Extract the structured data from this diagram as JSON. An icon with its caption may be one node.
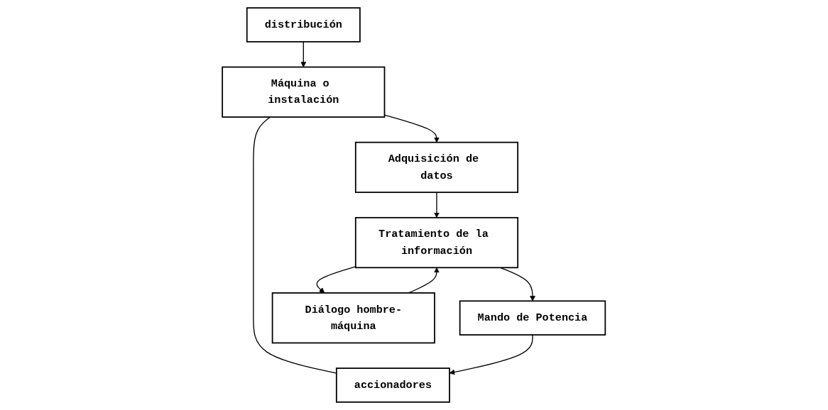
{
  "diagram": {
    "nodes": [
      {
        "text": [
          "distribución"
        ]
      },
      {
        "text": [
          "Máquina o instalación"
        ]
      },
      {
        "text": [
          "accionadores"
        ]
      },
      {
        "text": [
          "Adquisición de datos"
        ]
      },
      {
        "text": [
          "Mando de Potencia"
        ]
      },
      {
        "text": [
          "Tratamiento de la información"
        ]
      },
      {
        "text": [
          "Diálogo hombre-máquina"
        ]
      }
    ],
    "edges": [
      {
        "from": 0,
        "to": 1,
        "arrow": "to"
      },
      {
        "from": 1,
        "to": 2,
        "arrow": "none"
      },
      {
        "from": 1,
        "to": 3,
        "arrow": "to"
      },
      {
        "from": 4,
        "to": 2,
        "arrow": "to"
      },
      {
        "from": 3,
        "to": 5,
        "arrow": "to"
      },
      {
        "from": 5,
        "to": 4,
        "arrow": "to"
      },
      {
        "from": 5,
        "to": 6,
        "arrow": "to"
      },
      {
        "from": 6,
        "to": 5,
        "arrow": "to"
      }
    ]
  }
}
